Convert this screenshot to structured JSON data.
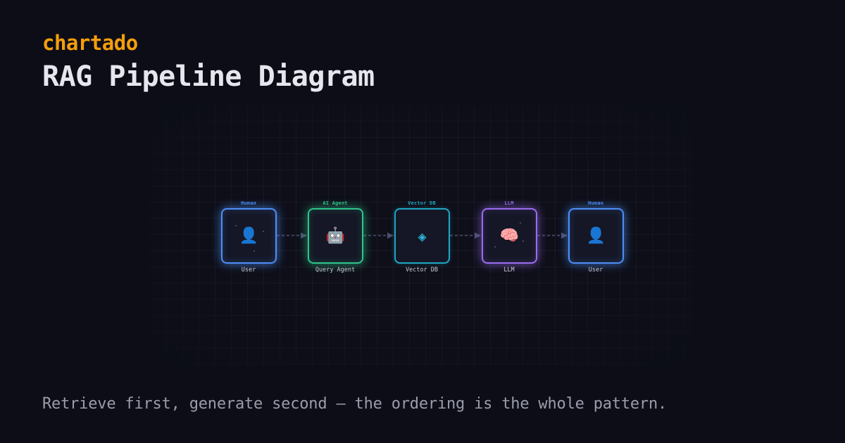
{
  "brand": "chartado",
  "title": "RAG Pipeline Diagram",
  "caption": "Retrieve first, generate second — the ordering is the whole pattern.",
  "nodes": [
    {
      "role": "Human",
      "label": "User",
      "icon": "👤",
      "icon_name": "user-icon",
      "color": "#4d8ef7"
    },
    {
      "role": "AI Agent",
      "label": "Query Agent",
      "icon": "🤖",
      "icon_name": "robot-icon",
      "color": "#2fc48a"
    },
    {
      "role": "Vector DB",
      "label": "Vector DB",
      "icon": "◈",
      "icon_name": "vector-db-icon",
      "color": "#1fa6c4"
    },
    {
      "role": "LLM",
      "label": "LLM",
      "icon": "🧠",
      "icon_name": "brain-icon",
      "color": "#9b6cf0"
    },
    {
      "role": "Human",
      "label": "User",
      "icon": "👤",
      "icon_name": "user-icon",
      "color": "#4d8ef7"
    }
  ],
  "edges": [
    {
      "from": 0,
      "to": 1
    },
    {
      "from": 1,
      "to": 2
    },
    {
      "from": 2,
      "to": 3
    },
    {
      "from": 3,
      "to": 4
    }
  ],
  "colors": {
    "background": "#0c0d16",
    "brand": "#f59e0b",
    "edge": "#4a4e6e"
  }
}
